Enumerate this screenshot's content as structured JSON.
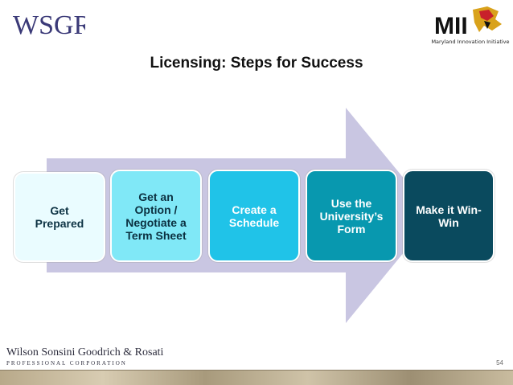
{
  "header": {
    "wsgr_logo": "WSGR",
    "mii_logo": "MII",
    "mii_tagline": "Maryland Innovation Initiative"
  },
  "title": "Licensing: Steps for Success",
  "steps": [
    {
      "lines": [
        "Get",
        "Prepared"
      ]
    },
    {
      "lines": [
        "Get an",
        "Option /",
        "Negotiate a",
        "Term Sheet"
      ]
    },
    {
      "lines": [
        "Create a",
        "Schedule"
      ]
    },
    {
      "lines": [
        "Use the",
        "University’s",
        "Form"
      ]
    },
    {
      "lines": [
        "Make it Win-",
        "Win"
      ]
    }
  ],
  "footer": {
    "firm_name": "Wilson Sonsini Goodrich & Rosati",
    "firm_sub": "PROFESSIONAL CORPORATION",
    "page_number": "54"
  },
  "colors": {
    "arrow": "#c9c6e2",
    "step1": "#eafcff",
    "step2": "#80e8f7",
    "step3": "#20c3e8",
    "step4": "#0898af",
    "step5": "#0a4a5e",
    "wsgr_logo": "#3b3a78"
  }
}
